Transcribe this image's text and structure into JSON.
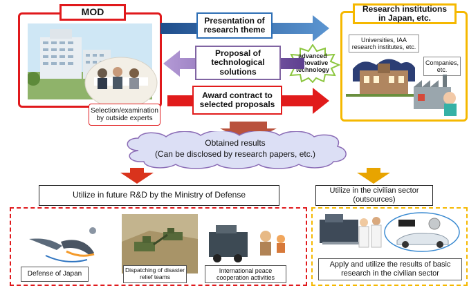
{
  "left_entity": {
    "title": "MOD",
    "caption": "Selection/examination by outside experts"
  },
  "right_entity": {
    "title": "Research institutions in Japan, etc.",
    "universities_label": "Universities, IAA research institutes, etc.",
    "companies_label": "Companies, etc."
  },
  "flows": {
    "presentation": "Presentation of research theme",
    "proposal": "Proposal of technological solutions",
    "award": "Award contract to selected proposals"
  },
  "badge": "advanced innovative technology",
  "cloud": {
    "line1": "Obtained results",
    "line2": "(Can be disclosed by research papers, etc.)"
  },
  "future_rd": {
    "header": "Utilize in future R&D by the Ministry of Defense",
    "items": [
      {
        "label": "Defense of Japan"
      },
      {
        "label": "Dispatching of disaster relief teams"
      },
      {
        "label": "International peace cooperation activities"
      }
    ]
  },
  "civilian": {
    "header_line1": "Utilize in the civilian sector",
    "header_line2": "(outsources)",
    "caption": "Apply and utilize the results of basic research in the civilian sector"
  },
  "colors": {
    "mod_red": "#e0191c",
    "gold": "#f5b800",
    "blue_arrow": "#2e6fb5",
    "purple_arrow": "#8064a2",
    "red_arrow": "#e11b1b",
    "cloud_fill": "#dcdff5",
    "cloud_stroke": "#8a6bb5",
    "down_arrow_left": "#d9331c",
    "down_arrow_right": "#e8a400",
    "brown_arrow": "#b9523d"
  }
}
